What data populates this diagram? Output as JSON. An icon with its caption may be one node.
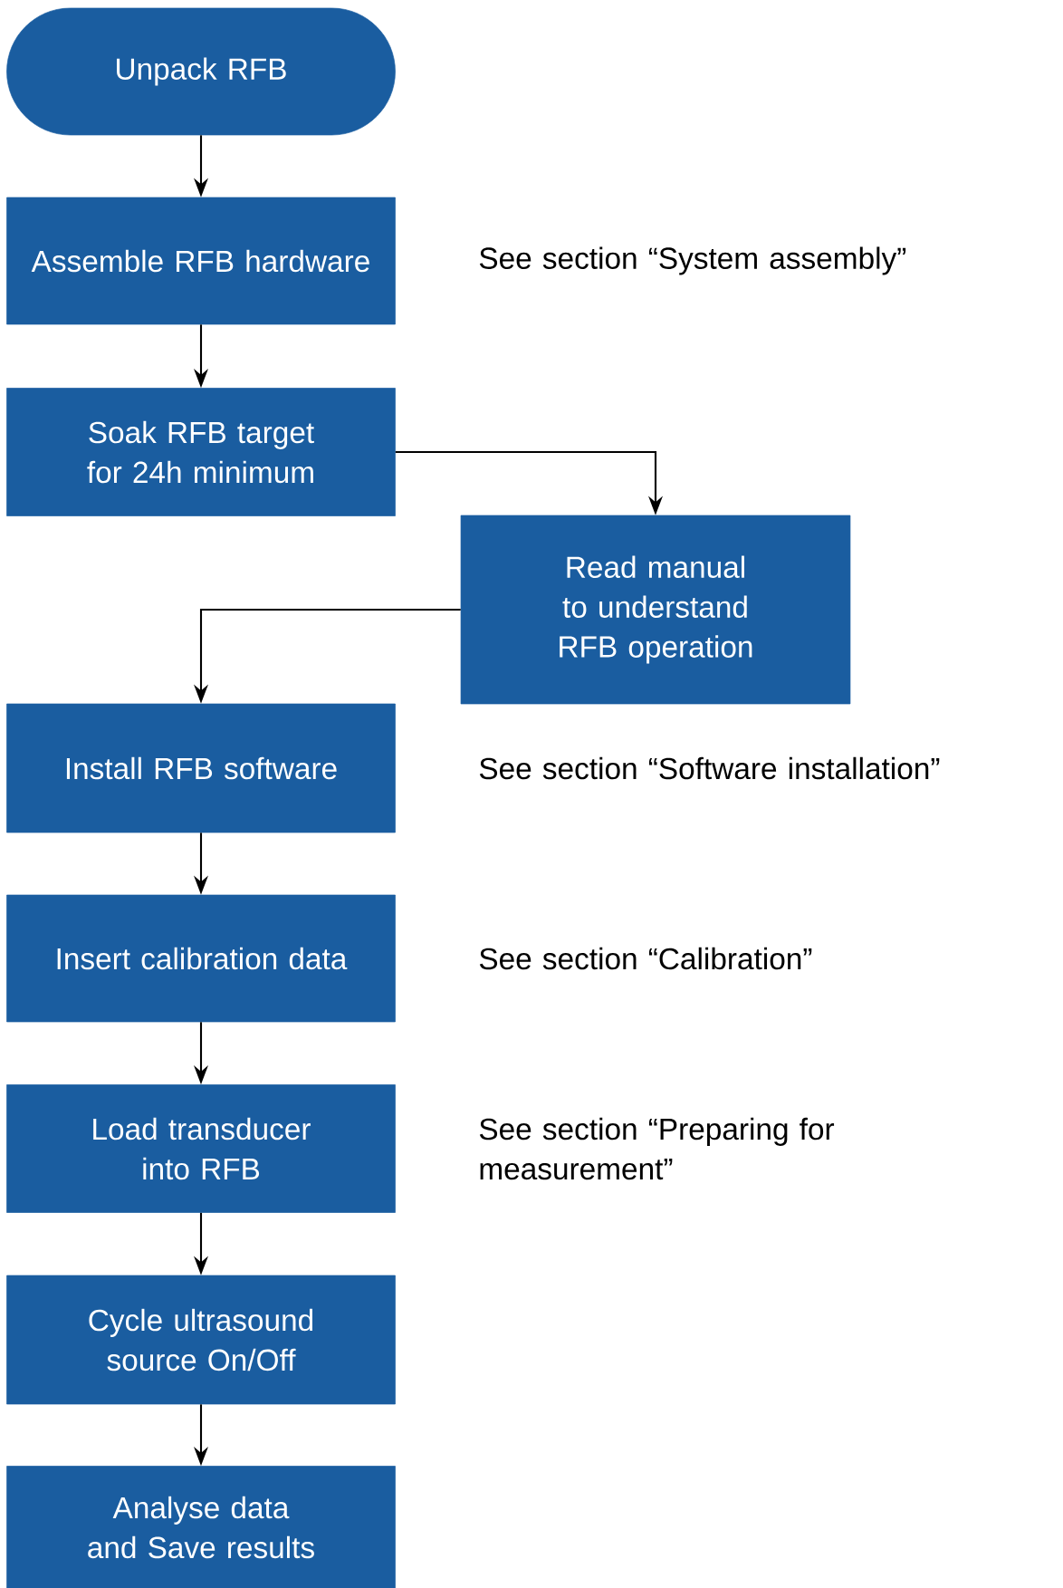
{
  "diagram": {
    "nodes": [
      {
        "text": [
          "Unpack RFB"
        ]
      },
      {
        "text": [
          "Assemble RFB hardware"
        ],
        "beside": [
          "See section “System assembly”"
        ]
      },
      {
        "text": [
          "Soak RFB target for 24h minimum"
        ]
      },
      {
        "text": [
          "Read manual to understand RFB operation"
        ]
      },
      {
        "text": [
          "Install RFB software"
        ],
        "beside": [
          "See section “Software installation”"
        ]
      },
      {
        "text": [
          "Insert calibration data"
        ],
        "beside": [
          "See section “Calibration”"
        ]
      },
      {
        "text": [
          "Load transducer into RFB"
        ],
        "beside": [
          "See section “Preparing for measurement”"
        ]
      },
      {
        "text": [
          "Cycle ultrasound source On/Off"
        ]
      },
      {
        "text": [
          "Analyse data and Save results"
        ]
      }
    ],
    "edges": [
      {
        "from": 0,
        "to": 1,
        "arrow": "to"
      },
      {
        "from": 1,
        "to": 2,
        "arrow": "to"
      },
      {
        "from": 2,
        "to": 3,
        "arrow": "to"
      },
      {
        "from": 3,
        "to": 4,
        "arrow": "to"
      },
      {
        "from": 4,
        "to": 5,
        "arrow": "to"
      },
      {
        "from": 5,
        "to": 6,
        "arrow": "to"
      },
      {
        "from": 6,
        "to": 7,
        "arrow": "to"
      },
      {
        "from": 7,
        "to": 8,
        "arrow": "to"
      }
    ]
  }
}
